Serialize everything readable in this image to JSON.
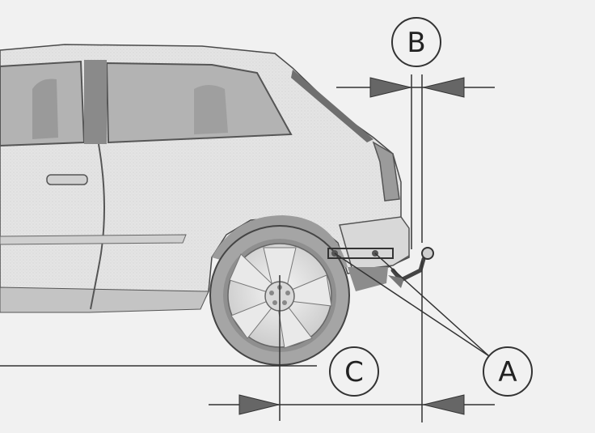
{
  "callouts": {
    "a": "A",
    "b": "B",
    "c": "C"
  },
  "colors": {
    "background": "#f1f1f1",
    "car_body": "#e3e3e3",
    "car_shadow": "#cfcfcf",
    "glass": "#bdbdbd",
    "tire": "#9a9a9a",
    "line": "#333333",
    "arrow_fill": "#666666"
  }
}
